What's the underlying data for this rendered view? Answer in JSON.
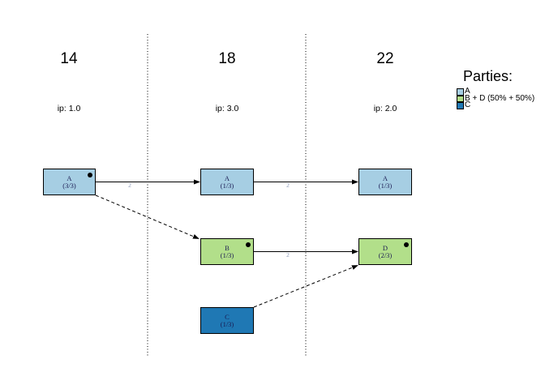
{
  "diagram": {
    "columns": [
      {
        "year": "14",
        "ip": "ip: 1.0"
      },
      {
        "year": "18",
        "ip": "ip: 3.0"
      },
      {
        "year": "22",
        "ip": "ip: 2.0"
      }
    ],
    "nodes": [
      {
        "party": "A",
        "share": "(3/3)",
        "color": "#a6cee3",
        "dot": true,
        "column": "14"
      },
      {
        "party": "A",
        "share": "(1/3)",
        "color": "#a6cee3",
        "dot": false,
        "column": "18"
      },
      {
        "party": "A",
        "share": "(1/3)",
        "color": "#a6cee3",
        "dot": false,
        "column": "22"
      },
      {
        "party": "B",
        "share": "(1/3)",
        "color": "#b2df8a",
        "dot": true,
        "column": "18"
      },
      {
        "party": "D",
        "share": "(2/3)",
        "color": "#b2df8a",
        "dot": true,
        "column": "22"
      },
      {
        "party": "C",
        "share": "(1/3)",
        "color": "#1f78b4",
        "dot": false,
        "column": "18"
      }
    ],
    "edges": [
      {
        "from": "A@14",
        "to": "A@18",
        "label": "2",
        "style": "solid"
      },
      {
        "from": "A@18",
        "to": "A@22",
        "label": "2",
        "style": "solid"
      },
      {
        "from": "B@18",
        "to": "D@22",
        "label": "2",
        "style": "solid"
      },
      {
        "from": "A@14",
        "to": "B@18",
        "label": "",
        "style": "dashed"
      },
      {
        "from": "C@18",
        "to": "D@22",
        "label": "",
        "style": "dashed"
      }
    ]
  },
  "legend": {
    "title": "Parties:",
    "items": [
      {
        "label": "A",
        "color": "#a6cee3"
      },
      {
        "label": "B + D (50% + 50%)",
        "color": "#b2df8a"
      },
      {
        "label": "C",
        "color": "#1f78b4"
      }
    ]
  },
  "colors": {
    "background": "#ffffff",
    "node_border": "#000000",
    "edge": "#000000",
    "separator": "#000000",
    "edge_label": "#8694b4",
    "node_label": "#1a1a52"
  }
}
